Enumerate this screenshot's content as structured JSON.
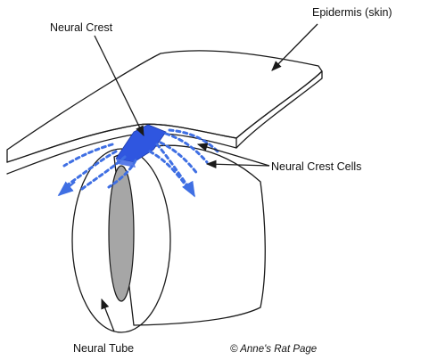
{
  "labels": {
    "neural_crest": "Neural Crest",
    "epidermis": "Epidermis (skin)",
    "neural_crest_cells": "Neural Crest Cells",
    "neural_tube": "Neural Tube"
  },
  "credit": "© Anne's Rat Page",
  "colors": {
    "crest_fill": "#2f56e0",
    "cell_dots": "#3f6fe3",
    "lumen_fill": "#a6a6a6",
    "outline": "#1a1a1a"
  }
}
